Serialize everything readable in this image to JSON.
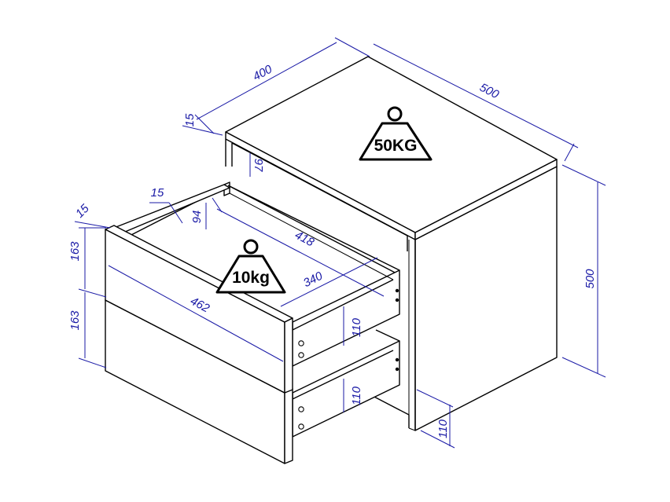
{
  "dimensions": {
    "top_depth": "400",
    "top_width": "500",
    "total_height": "500",
    "top_thickness": "15",
    "back_gap": "97",
    "drawer_front_thickness": "15",
    "drawer_side_thickness": "15",
    "drawer_inner_height": "94",
    "drawer_side_length": "418",
    "drawer_bottom_length": "340",
    "drawer_front_width": "462",
    "drawer_front_height_upper": "163",
    "drawer_front_height_lower": "163",
    "drawer_box_height_upper": "110",
    "drawer_box_height_lower": "110",
    "base_height": "110"
  },
  "weights": {
    "top_load": "50KG",
    "drawer_load": "10kg"
  },
  "colors": {
    "dimension_color": "#1a1aa6",
    "line_color": "#000000"
  },
  "icons": {
    "weight": "weight-icon",
    "screw_hole": "screw-hole-icon"
  }
}
